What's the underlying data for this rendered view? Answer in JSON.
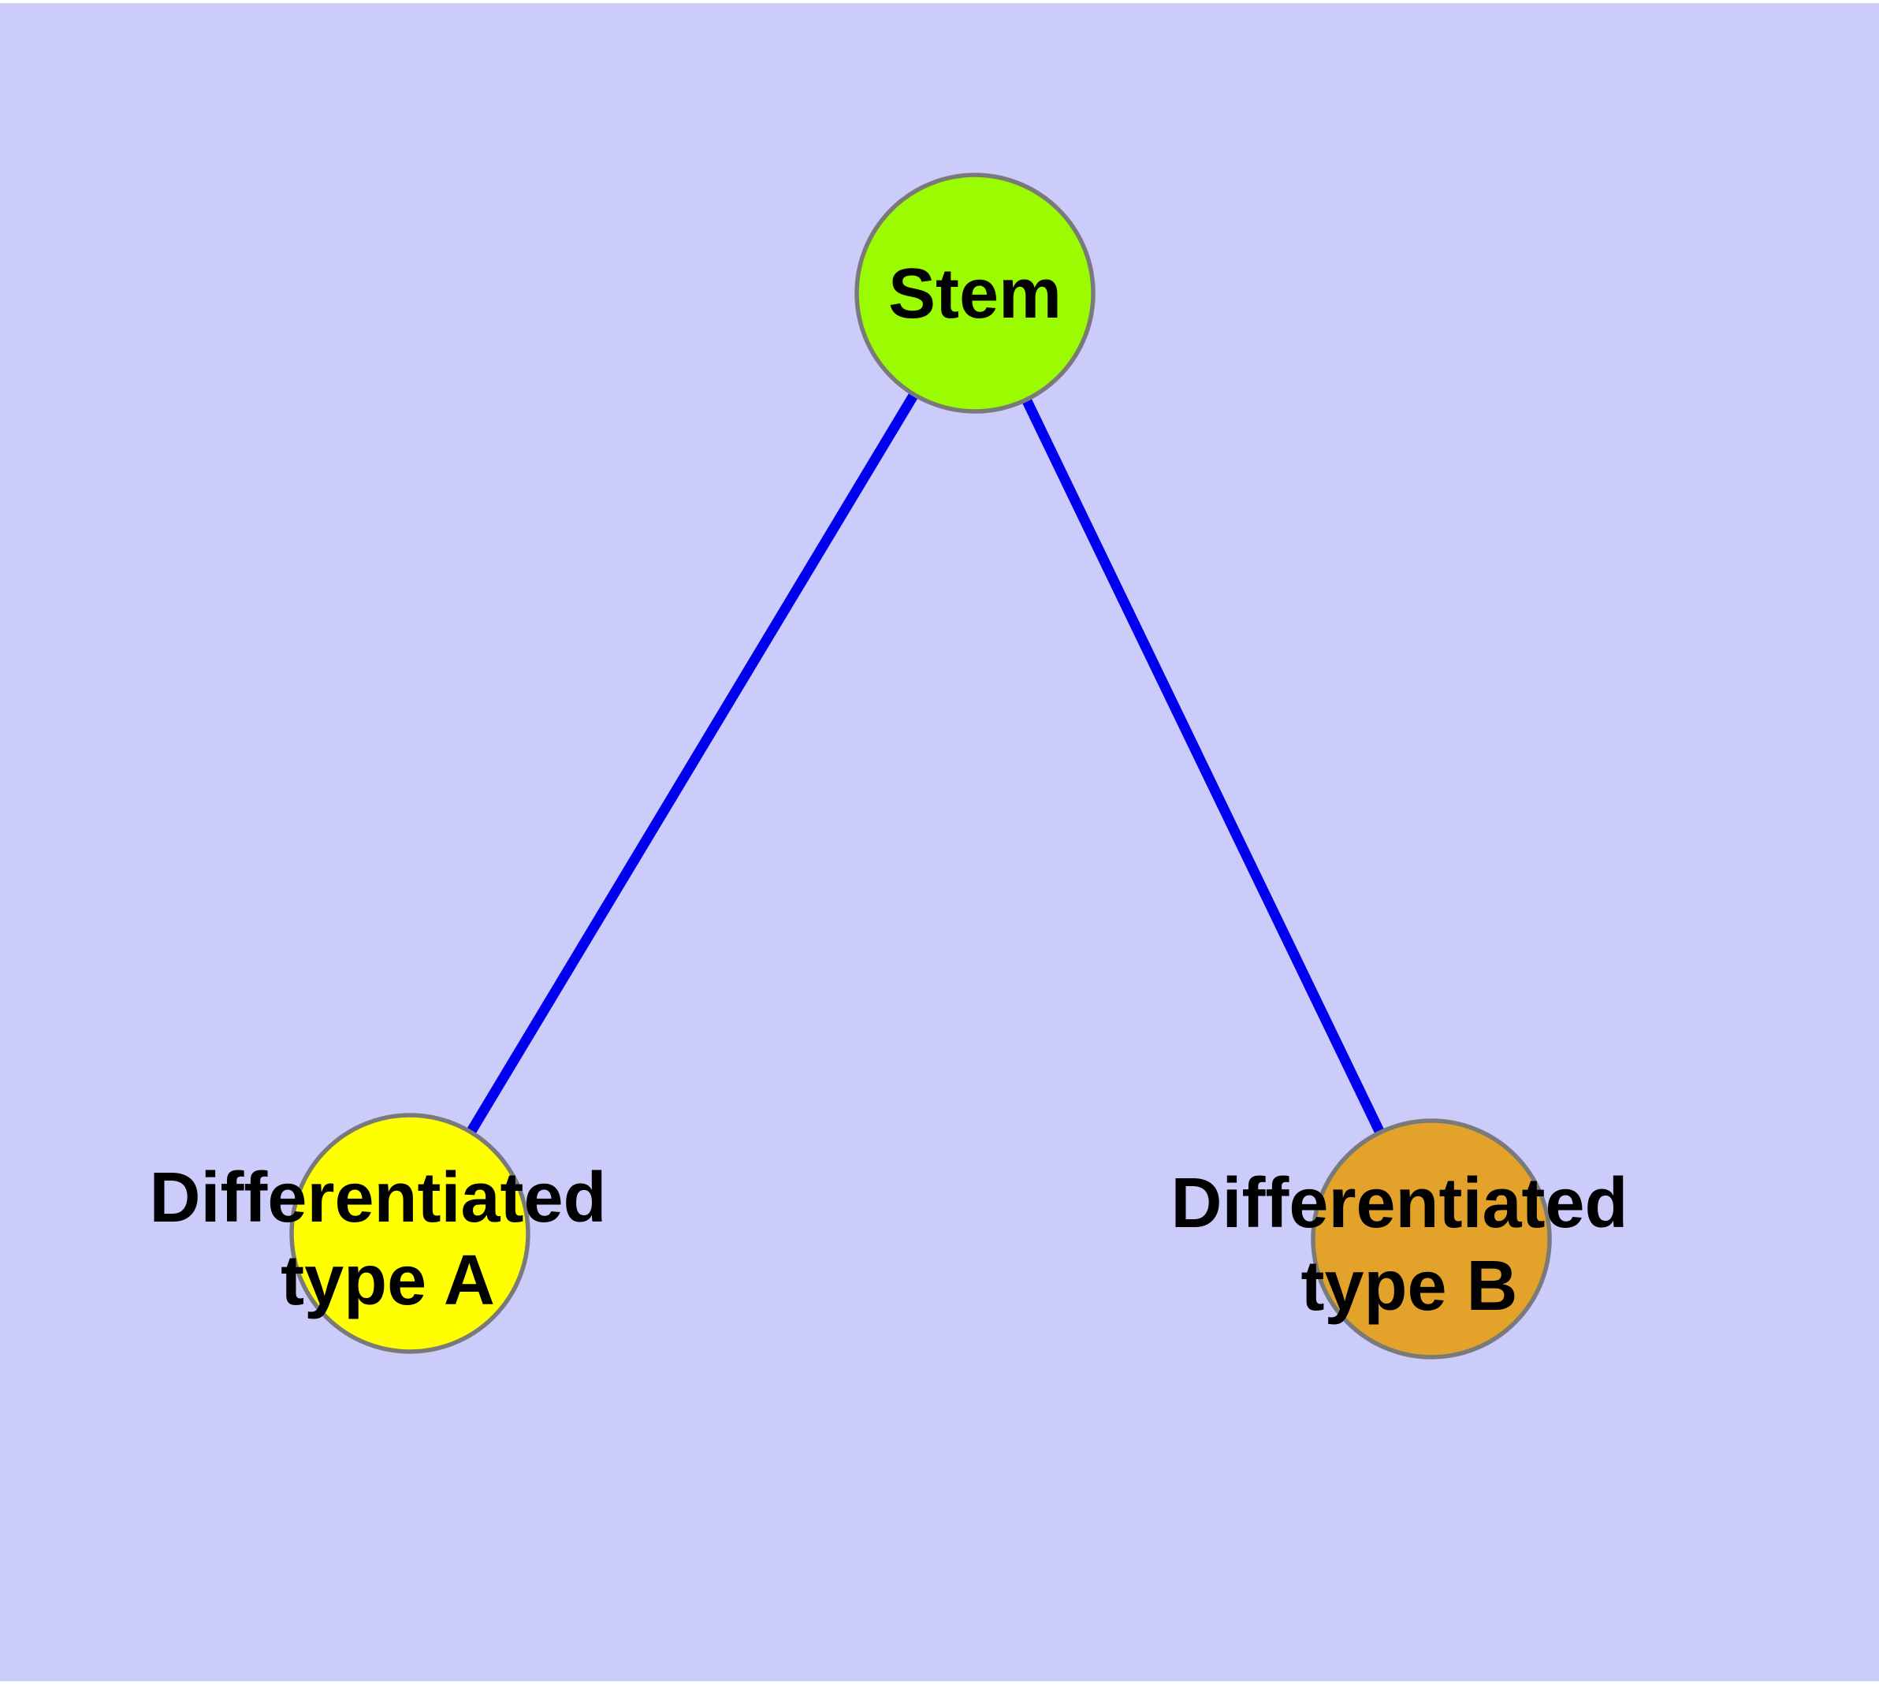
{
  "diagram": {
    "type": "node-link-graph",
    "background_color": "#CCCCFB",
    "frame_color": "#FFFFFF",
    "edge_color": "#0000EE",
    "node_border_color": "#7A7A7A",
    "label_color": "#000000",
    "nodes": [
      {
        "id": "stem",
        "label": "Stem",
        "fill": "#9BFB00"
      },
      {
        "id": "type-a",
        "label_line1": "Differentiated",
        "label_line2": "type A",
        "fill": "#FFFF00"
      },
      {
        "id": "type-b",
        "label_line1": "Differentiated",
        "label_line2": "type B",
        "fill": "#E3A229"
      }
    ],
    "edges": [
      {
        "from": "Stem",
        "to": "Differentiated type A"
      },
      {
        "from": "Stem",
        "to": "Differentiated type B"
      }
    ]
  }
}
